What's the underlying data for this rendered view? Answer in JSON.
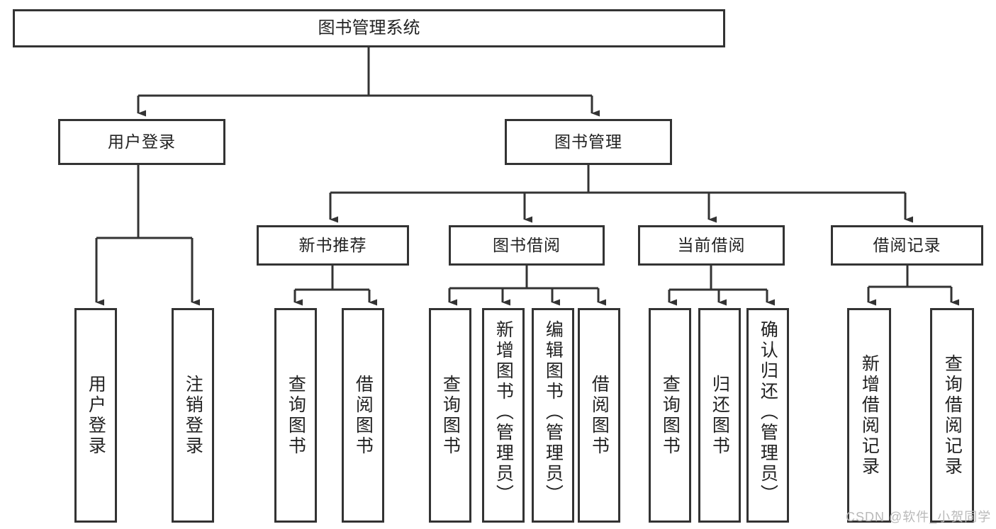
{
  "diagram": {
    "title": "图书管理系统",
    "type": "function-structure-tree",
    "colors": {
      "stroke": "#333333",
      "box_fill": "#ffffff",
      "text": "#222222",
      "watermark": "#b9b9b9",
      "background": "#ffffff"
    },
    "root": {
      "id": "root",
      "label": "图书管理系统"
    },
    "level2": [
      {
        "id": "user-login",
        "label": "用户登录"
      },
      {
        "id": "book-manage",
        "label": "图书管理"
      }
    ],
    "level3": [
      {
        "id": "new-book-recommend",
        "label": "新书推荐",
        "parent": "book-manage"
      },
      {
        "id": "book-borrow",
        "label": "图书借阅",
        "parent": "book-manage"
      },
      {
        "id": "current-borrow",
        "label": "当前借阅",
        "parent": "book-manage"
      },
      {
        "id": "borrow-record",
        "label": "借阅记录",
        "parent": "book-manage"
      }
    ],
    "leaves": [
      {
        "id": "leaf-user-login",
        "label": "用户登录",
        "parent": "user-login"
      },
      {
        "id": "leaf-user-logout",
        "label": "注销登录",
        "parent": "user-login"
      },
      {
        "id": "leaf-query-book-1",
        "label": "查询图书",
        "parent": "new-book-recommend"
      },
      {
        "id": "leaf-borrow-book-1",
        "label": "借阅图书",
        "parent": "new-book-recommend"
      },
      {
        "id": "leaf-query-book-2",
        "label": "查询图书",
        "parent": "book-borrow"
      },
      {
        "id": "leaf-add-book",
        "label": "新增图书（管理员）",
        "parent": "book-borrow"
      },
      {
        "id": "leaf-edit-book",
        "label": "编辑图书（管理员）",
        "parent": "book-borrow"
      },
      {
        "id": "leaf-borrow-book-2",
        "label": "借阅图书",
        "parent": "book-borrow"
      },
      {
        "id": "leaf-query-book-3",
        "label": "查询图书",
        "parent": "current-borrow"
      },
      {
        "id": "leaf-return-book",
        "label": "归还图书",
        "parent": "current-borrow"
      },
      {
        "id": "leaf-confirm-return",
        "label": "确认归还（管理员）",
        "parent": "current-borrow"
      },
      {
        "id": "leaf-add-record",
        "label": "新增借阅记录",
        "parent": "borrow-record"
      },
      {
        "id": "leaf-query-record",
        "label": "查询借阅记录",
        "parent": "borrow-record"
      }
    ],
    "watermark": "CSDN @软件_小贺同学"
  }
}
